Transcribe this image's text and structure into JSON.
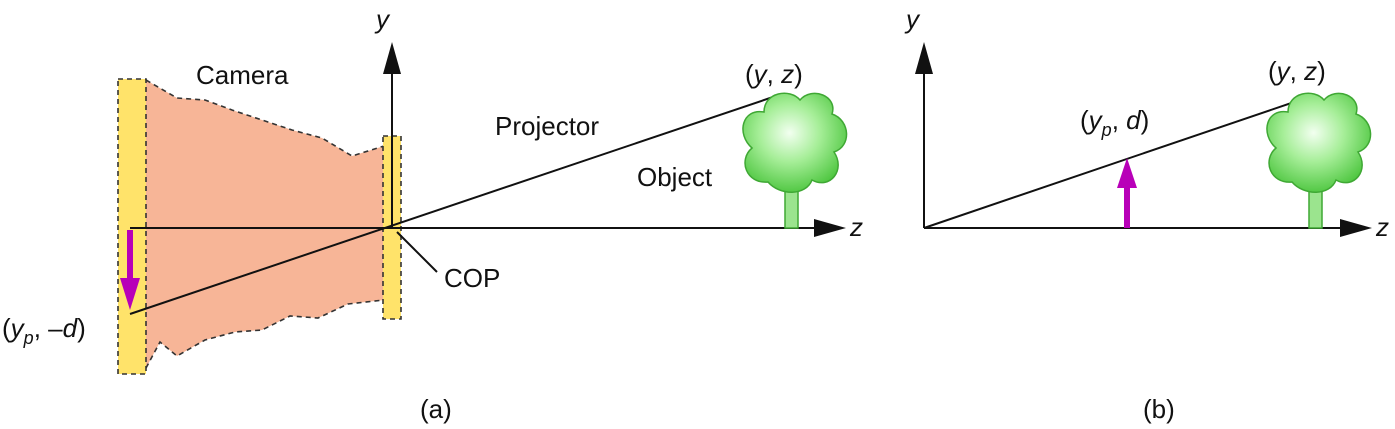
{
  "diagram": {
    "panel_a": {
      "caption": "(a)",
      "camera_label": "Camera",
      "projector_label": "Projector",
      "object_label": "Object",
      "cop_label": "COP",
      "y_axis_label": "y",
      "z_axis_label": "z",
      "object_point": {
        "open": "(",
        "y": "y",
        "sep": ", ",
        "z": "z",
        "close": ")"
      },
      "image_point": {
        "open": "(",
        "y": "y",
        "sub": "p",
        "sep": ", ",
        "minus": "–",
        "d": "d",
        "close": ")"
      }
    },
    "panel_b": {
      "caption": "(b)",
      "y_axis_label": "y",
      "z_axis_label": "z",
      "object_point": {
        "open": "(",
        "y": "y",
        "sep": ", ",
        "z": "z",
        "close": ")"
      },
      "image_point": {
        "open": "(",
        "y": "y",
        "sub": "p",
        "sep": ", ",
        "d": "d",
        "close": ")"
      }
    },
    "colors": {
      "camera_body": "#F7B597",
      "film_plane": "#FFE36A",
      "projection_arrow": "#B800B8",
      "tree_foliage": "#57D24A",
      "tree_trunk": "#9BE48E"
    }
  }
}
